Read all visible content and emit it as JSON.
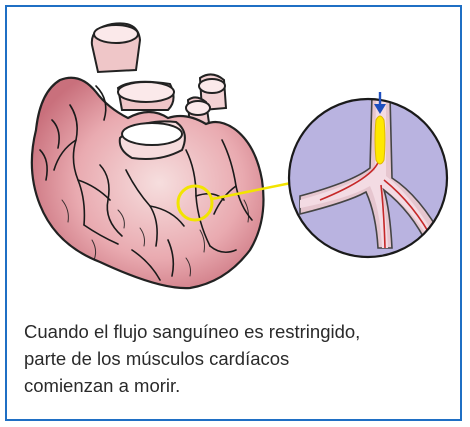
{
  "caption": {
    "line1": "Cuando el flujo sanguíneo es restringido,",
    "line2": "parte de los músculos cardíacos",
    "line3": "comienzan a morir."
  },
  "colors": {
    "border": "#1f6fc4",
    "heart_fill": "#e9aab0",
    "heart_shadow": "#c9707c",
    "vessel_lines": "#1a1a1a",
    "highlight_circle": "#f2e400",
    "inset_background": "#b9b3e0",
    "blockage": "#ffe800",
    "flow_arrow": "#1f4fbf"
  },
  "icons": [
    "heart-illustration",
    "magnifier-circle",
    "artery-inset",
    "blockage",
    "down-arrow-icon"
  ]
}
